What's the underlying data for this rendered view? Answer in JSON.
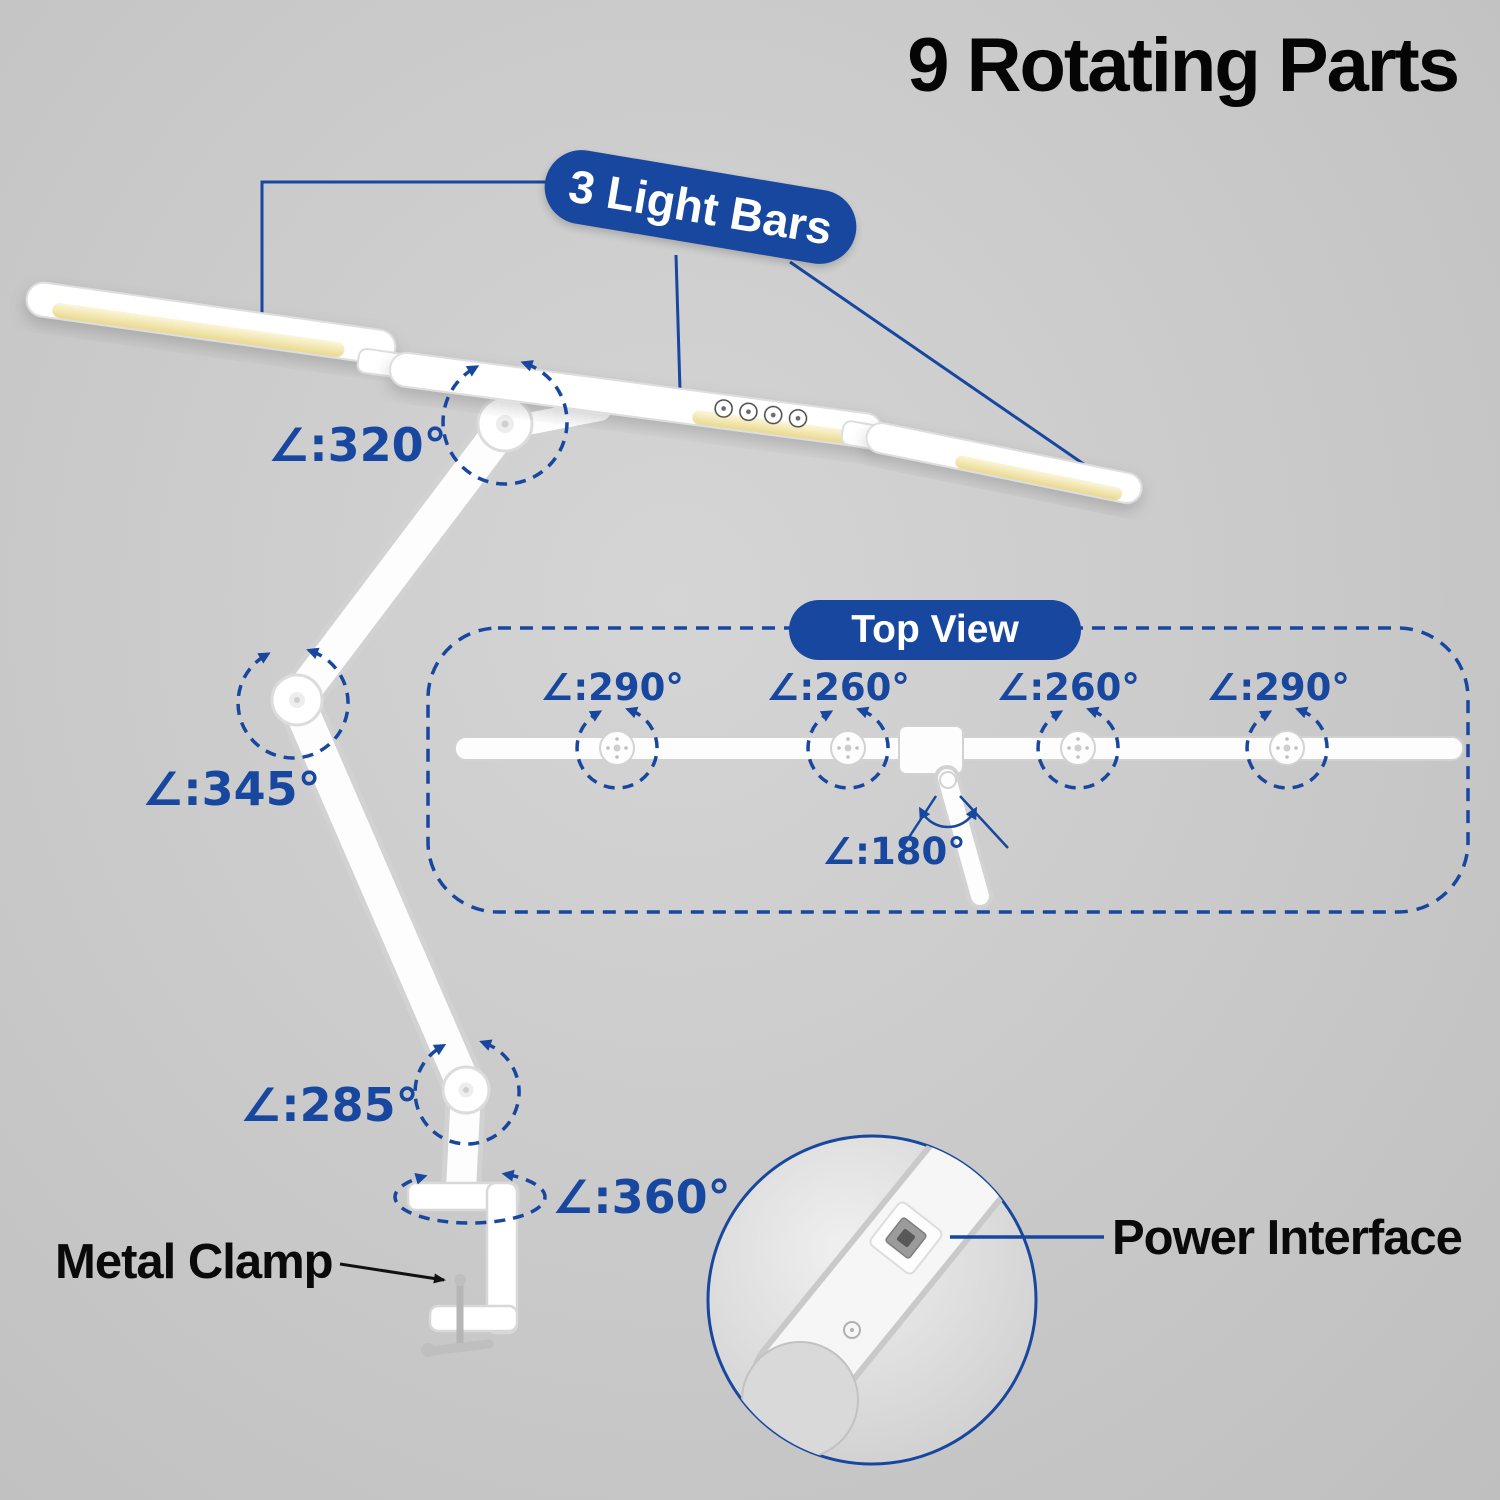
{
  "title": "9 Rotating Parts",
  "colors": {
    "accent_blue": "#17479e",
    "background_gray": "#c9c9c9",
    "lamp_white": "#ffffff",
    "led_warm": "#ead98f"
  },
  "labels": {
    "light_bars": "3 Light Bars",
    "top_view": "Top View",
    "metal_clamp": "Metal Clamp",
    "power_interface": "Power Interface"
  },
  "angles": {
    "head_joint": "∠:320°",
    "elbow_joint": "∠:345°",
    "lower_joint": "∠:285°",
    "base_rotation": "∠:360°",
    "top_view": {
      "outer_left": "∠:290°",
      "inner_left": "∠:260°",
      "inner_right": "∠:260°",
      "outer_right": "∠:290°",
      "center": "∠:180°"
    }
  },
  "icons": {
    "control_buttons": "head-control-buttons"
  }
}
